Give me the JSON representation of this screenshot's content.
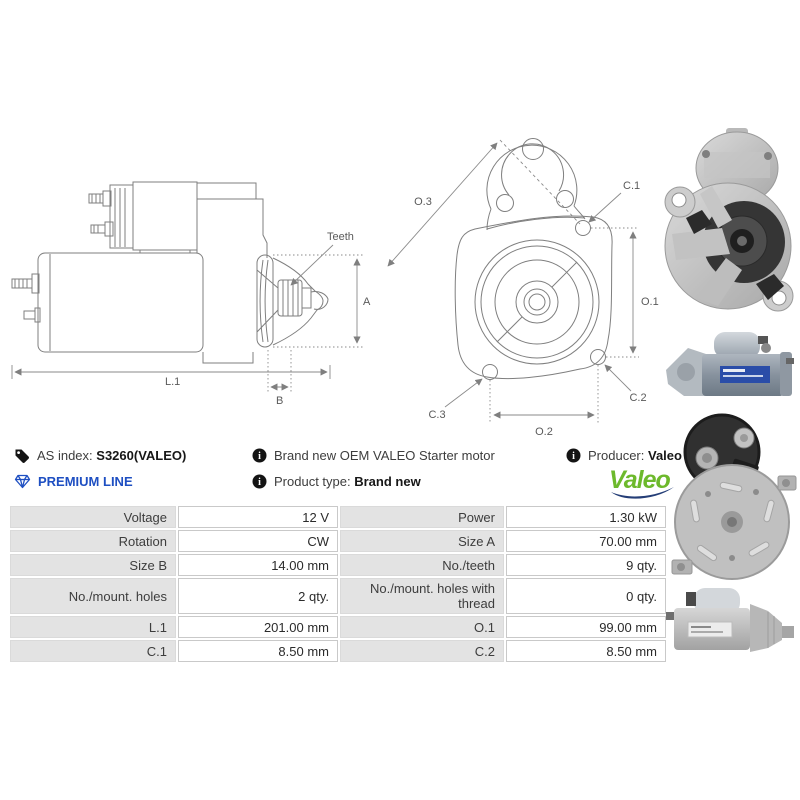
{
  "colors": {
    "premium_blue": "#1e4fc2",
    "valeo_green": "#6db92c",
    "valeo_swoosh_blue": "#253e77",
    "table_label_bg": "#e3e3e3",
    "table_border": "#c9c9c9",
    "drawing_line": "#7f7f7f"
  },
  "info_bar": {
    "as_index_label": "AS index:",
    "as_index_value": "S3260(VALEO)",
    "premium_line_label": "PREMIUM LINE",
    "description": "Brand new OEM VALEO Starter motor",
    "product_type_label": "Product type:",
    "product_type_value": "Brand new",
    "producer_label": "Producer:",
    "producer_value": "Valeo",
    "brand_logo_text": "Valeo"
  },
  "icons": {
    "info_glyph": "i"
  },
  "drawings": {
    "side_view": {
      "teeth_label": "Teeth",
      "dim_a": "A",
      "dim_l1": "L.1",
      "dim_b": "B"
    },
    "front_view": {
      "dim_o3": "O.3",
      "dim_c1": "C.1",
      "dim_o1": "O.1",
      "dim_c3": "C.3",
      "dim_c2": "C.2",
      "dim_o2": "O.2"
    }
  },
  "spec_table": {
    "rows": [
      {
        "left": {
          "label": "Voltage",
          "value": "12 V"
        },
        "right": {
          "label": "Power",
          "value": "1.30 kW"
        }
      },
      {
        "left": {
          "label": "Rotation",
          "value": "CW"
        },
        "right": {
          "label": "Size A",
          "value": "70.00 mm"
        }
      },
      {
        "left": {
          "label": "Size B",
          "value": "14.00 mm"
        },
        "right": {
          "label": "No./teeth",
          "value": "9 qty."
        }
      },
      {
        "left": {
          "label": "No./mount. holes",
          "value": "2 qty."
        },
        "right": {
          "label": "No./mount. holes with thread",
          "value": "0 qty."
        }
      },
      {
        "left": {
          "label": "L.1",
          "value": "201.00 mm"
        },
        "right": {
          "label": "O.1",
          "value": "99.00 mm"
        }
      },
      {
        "left": {
          "label": "C.1",
          "value": "8.50 mm"
        },
        "right": {
          "label": "C.2",
          "value": "8.50 mm"
        }
      }
    ]
  },
  "photos": [
    {
      "name": "starter-front-view"
    },
    {
      "name": "starter-side-view-blue-label"
    },
    {
      "name": "starter-rear-view"
    },
    {
      "name": "starter-side-view-gray"
    }
  ]
}
